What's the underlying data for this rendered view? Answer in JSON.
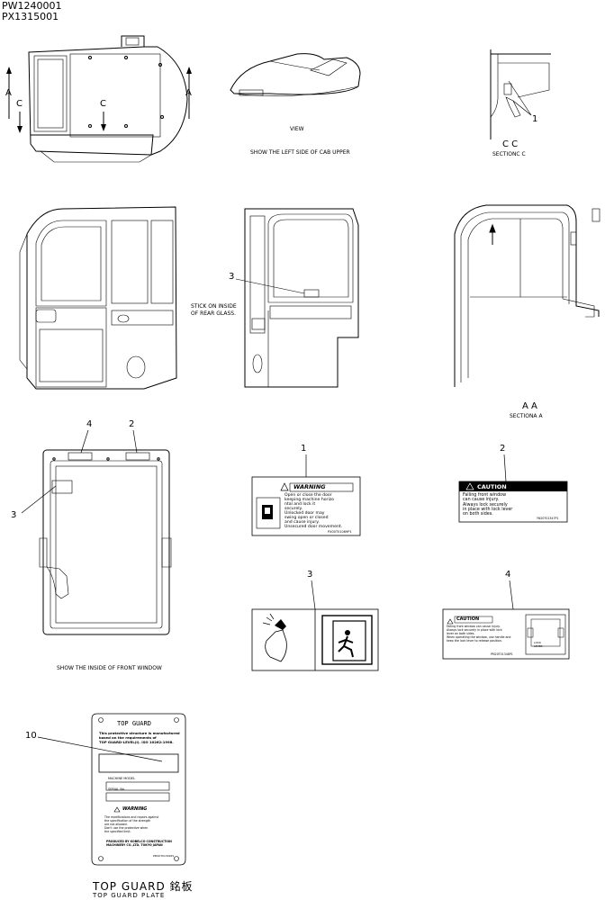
{
  "header": {
    "line1": "PW1240001",
    "line2": "PX1315001"
  },
  "section_marks": {
    "a_left": "A",
    "a_right": "A",
    "c_left": "C",
    "c_center": "C"
  },
  "captions": {
    "view": "VIEW",
    "left_side": "SHOW THE LEFT SIDE OF CAB UPPER",
    "cc_title": "C C",
    "cc_sub": "SECTIONC C",
    "stick_line1": "STICK ON INSIDE",
    "stick_line2": "OF REAR GLASS.",
    "aa_title": "A A",
    "aa_sub": "SECTIONA A",
    "front_window": "SHOW THE INSIDE OF FRONT WINDOW"
  },
  "callouts": {
    "n1_cc": "1",
    "n3_rear": "3",
    "n4_front": "4",
    "n2_front": "2",
    "n3_front": "3",
    "n1_label": "1",
    "n2_label": "2",
    "n3_label": "3",
    "n4_label": "4",
    "n10_plate": "10"
  },
  "labels": {
    "warning1": {
      "head": "WARNING",
      "lines": [
        "Open or close the door",
        "keeping machine horizo",
        "ntal and lock it",
        "securely.",
        "Unlocked door may",
        "swing open or closed",
        "and cause injury.",
        "Unsecured door movement."
      ],
      "code": "PX00T01069P1"
    },
    "caution2": {
      "head": "CAUTION",
      "lines": [
        "Falling front window",
        "can cause injury.",
        "Always lock securely",
        "in place with lock lever",
        "on both sides."
      ],
      "code": "YN20T01347P1"
    },
    "caution4": {
      "head": "CAUTION",
      "lines": [
        "Falling front window can cause injury.",
        "Always lock securely in place with lock",
        "lever on both sides.",
        "When operating the window, use handle and",
        "keep the lock lever to release position."
      ],
      "lock": "LOCK",
      "lever": "LEVER",
      "code": "PM20T01348P1"
    }
  },
  "plate": {
    "title": "TOP GUARD",
    "lines": [
      "This protective structure is manufactured",
      "based on the requirements of",
      "TOP GUARD-LEVEL(I). ISO 10262:1998."
    ],
    "machine_model": "MACHINE MODEL",
    "serial_no": "SERIAL No.",
    "warning": "WARNING",
    "warn_lines": [
      "The modifications and repairs against",
      "the specification of the strength",
      "are not allowed.",
      "Don't use the protective when",
      "the specified limit."
    ],
    "maker_lines": [
      "PRODUCED BY KOBELCO CONSTRUCTION",
      "MACHINERY CO.,LTD. TOKYO JAPAN"
    ],
    "code": "PM20T01349P1"
  },
  "plate_caption": {
    "main": "TOP  GUARD  銘板",
    "sub": "TOP GUARD PLATE"
  }
}
